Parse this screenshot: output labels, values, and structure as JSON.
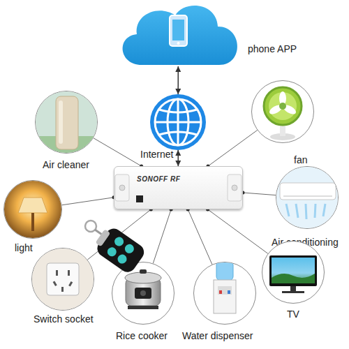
{
  "diagram": {
    "nodes": [
      {
        "text": [
          "phone APP"
        ]
      },
      {
        "text": [
          "Internet"
        ]
      },
      {
        "text": [
          "Air cleaner"
        ]
      },
      {
        "text": [
          "fan"
        ]
      },
      {
        "text": [
          "SONOFF RF"
        ]
      },
      {
        "text": [
          "light"
        ]
      },
      {
        "text": [
          "Air conditioning"
        ]
      },
      {
        "text": [
          "Switch socket"
        ]
      },
      {
        "text": [
          "TV"
        ]
      },
      {
        "text": [
          "Rice cooker"
        ]
      },
      {
        "text": [
          "Water dispenser"
        ]
      }
    ],
    "edges": [
      {
        "from": 0,
        "to": 1,
        "arrow": "both"
      },
      {
        "from": 1,
        "to": 4,
        "arrow": "both"
      },
      {
        "from": 4,
        "to": 2,
        "arrow": "none"
      },
      {
        "from": 4,
        "to": 3,
        "arrow": "none"
      },
      {
        "from": 4,
        "to": 5,
        "arrow": "none"
      },
      {
        "from": 4,
        "to": 6,
        "arrow": "none"
      },
      {
        "from": 4,
        "to": 7,
        "arrow": "none"
      },
      {
        "from": 4,
        "to": 8,
        "arrow": "none"
      },
      {
        "from": 4,
        "to": 9,
        "arrow": "none"
      },
      {
        "from": 4,
        "to": 10,
        "arrow": "none"
      }
    ]
  }
}
